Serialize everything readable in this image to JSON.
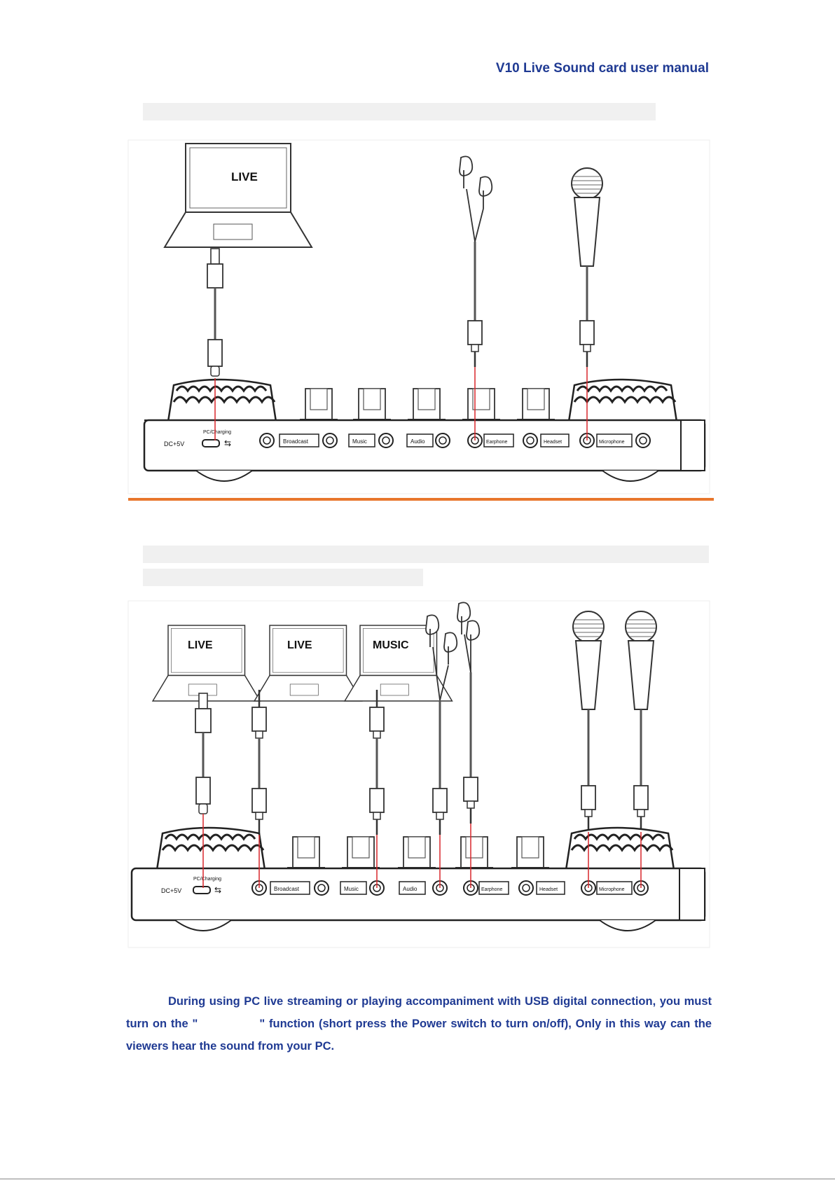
{
  "header": {
    "title": "V10 Live Sound card user manual"
  },
  "diagram1": {
    "screen_labels": [
      "LIVE"
    ],
    "port_labels": {
      "pc": "PC/Charging",
      "dc": "DC+5V",
      "broadcast": "Broadcast",
      "music": "Music",
      "audio": "Audio",
      "earphone": "Earphone",
      "headset": "Headset",
      "microphone": "Microphone"
    }
  },
  "diagram2": {
    "screen_labels": [
      "LIVE",
      "LIVE",
      "MUSIC"
    ],
    "port_labels": {
      "pc": "PC/Charging",
      "dc": "DC+5V",
      "broadcast": "Broadcast",
      "music": "Music",
      "audio": "Audio",
      "earphone": "Earphone",
      "headset": "Headset",
      "microphone": "Microphone"
    }
  },
  "paragraph": {
    "part1": "During using PC live streaming or playing accompaniment with USB digital connection, you must turn on the \"",
    "part2": "\" function (short press the Power switch to turn on/off), Only in this way can the viewers hear the sound from your PC."
  },
  "colors": {
    "header_text": "#1f3a93",
    "rule": "#e8762c",
    "cable": "#d9262b"
  }
}
